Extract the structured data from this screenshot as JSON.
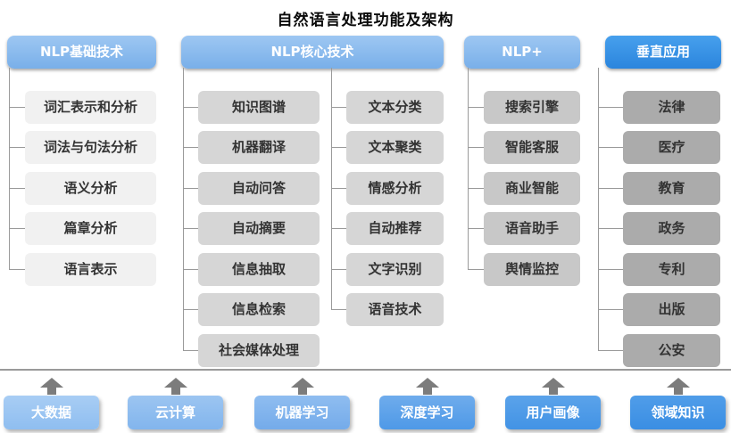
{
  "title": "自然语言处理功能及架构",
  "columns": [
    {
      "header": "NLP基础技术",
      "items": [
        "词汇表示和分析",
        "词法与句法分析",
        "语义分析",
        "篇章分析",
        "语言表示"
      ]
    },
    {
      "header": "NLP核心技术",
      "items_left": [
        "知识图谱",
        "机器翻译",
        "自动问答",
        "自动摘要",
        "信息抽取",
        "信息检索",
        "社会媒体处理"
      ],
      "items_right": [
        "文本分类",
        "文本聚类",
        "情感分析",
        "自动推荐",
        "文字识别",
        "语音技术"
      ]
    },
    {
      "header": "NLP+",
      "items": [
        "搜索引擎",
        "智能客服",
        "商业智能",
        "语音助手",
        "舆情监控"
      ]
    },
    {
      "header": "垂直应用",
      "items": [
        "法律",
        "医疗",
        "教育",
        "政务",
        "专利",
        "出版",
        "公安"
      ]
    }
  ],
  "foundation": [
    "大数据",
    "云计算",
    "机器学习",
    "深度学习",
    "用户画像",
    "领域知识"
  ],
  "colors": {
    "header_blue_light": "#79AFE9",
    "header_blue_dark": "#2B85DD",
    "item_gray_level1": "#F1F1F1",
    "item_gray_level2": "#D6D6D6",
    "item_gray_level3": "#C8C8C8",
    "item_gray_level4": "#ABABAB",
    "connector_gray": "#9A9A9A",
    "arrow_gray": "#7C7C7C",
    "foundation_blue_light": "#8FBEF0",
    "foundation_blue_dark": "#3A8EE3"
  }
}
